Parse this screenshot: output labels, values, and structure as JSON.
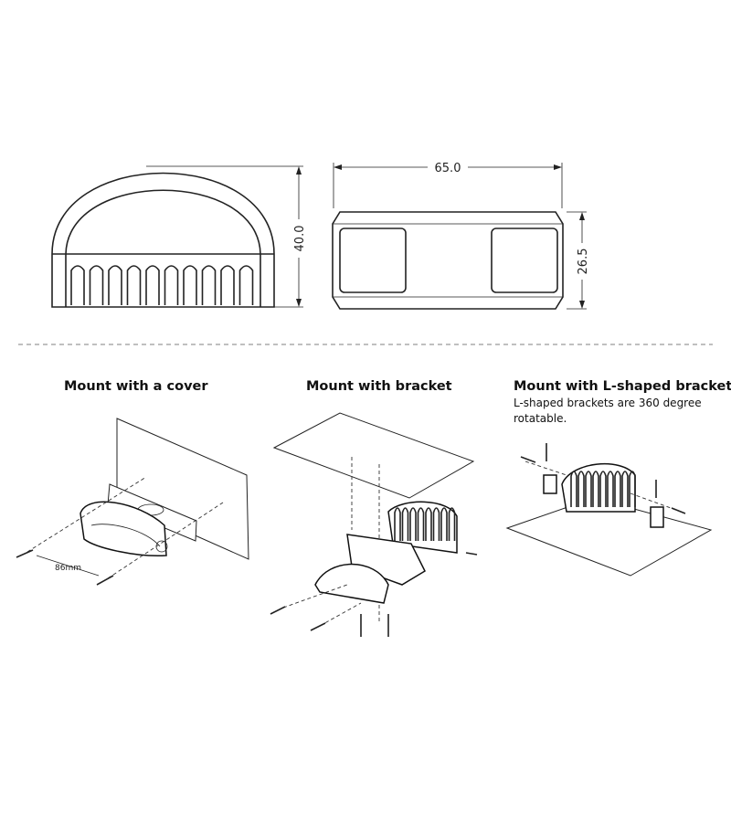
{
  "dimensions": {
    "height": "40.0",
    "length": "65.0",
    "width": "26.5"
  },
  "mounts": [
    {
      "title": "Mount with a cover",
      "spacing_label": "86mm"
    },
    {
      "title": "Mount with bracket"
    },
    {
      "title": "Mount with L-shaped brackets",
      "description_line1": "L-shaped brackets are 360 degree",
      "description_line2": "rotatable."
    }
  ]
}
